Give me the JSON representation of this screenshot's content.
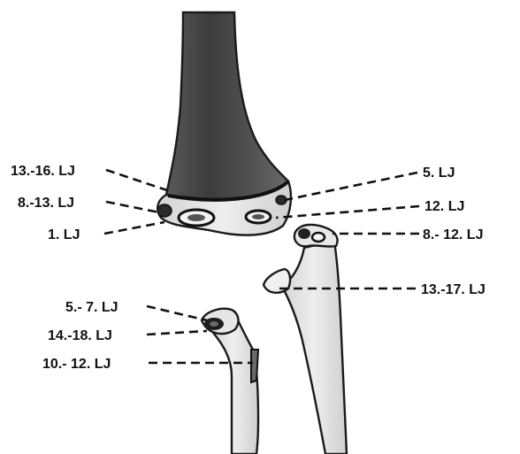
{
  "colors": {
    "ink": "#111111",
    "bone_dark": "#3a3a3a",
    "bone_light": "#e4e4e4",
    "background": "#ffffff"
  },
  "labels": {
    "humerus_lateral_epicondyle": "13.-16. LJ",
    "humerus_capitulum": "8.-13. LJ",
    "humerus_medial_epicondyle": "1. LJ",
    "humerus_trochlea_medial": "5. LJ",
    "humerus_trochlea_lateral": "12. LJ",
    "ulna_olecranon_top": "8.- 12. LJ",
    "ulna_olecranon_apophysis": "13.-17. LJ",
    "radius_head": "5.- 7. LJ",
    "radius_neck": "14.-18. LJ",
    "radius_tuberosity": "10.- 12. LJ"
  }
}
